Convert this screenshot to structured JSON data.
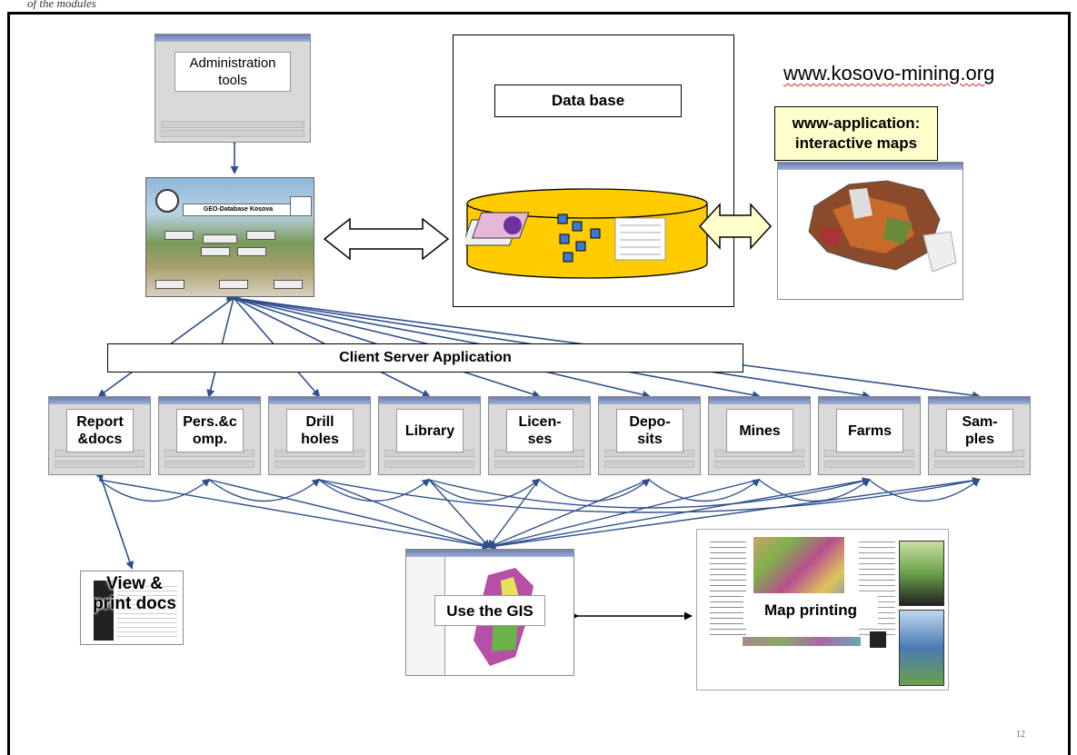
{
  "header_fragment": "of the modules",
  "website": "www.kosovo-mining.org",
  "admin_tools_label": "Administration tools",
  "geo_database_title": "GEO-Database Kosova",
  "database_label": "Data base",
  "www_app_label": "www-application: interactive maps",
  "client_server_label": "Client Server Application",
  "modules": [
    {
      "label": "Report &docs"
    },
    {
      "label": "Pers.&c omp."
    },
    {
      "label": "Drill holes"
    },
    {
      "label": "Library"
    },
    {
      "label": "Licen- ses"
    },
    {
      "label": "Depo- sits"
    },
    {
      "label": "Mines"
    },
    {
      "label": "Farms"
    },
    {
      "label": "Sam- ples"
    }
  ],
  "view_print_label": "View & print docs",
  "gis_label": "Use the GIS",
  "map_printing_label": "Map printing",
  "page_number": "12",
  "colors": {
    "arrow": "#2f4f8f",
    "cylinder": "#ffcc00",
    "yellow_arrow": "#ffffcc",
    "window_bar": "#6a7fb0"
  }
}
